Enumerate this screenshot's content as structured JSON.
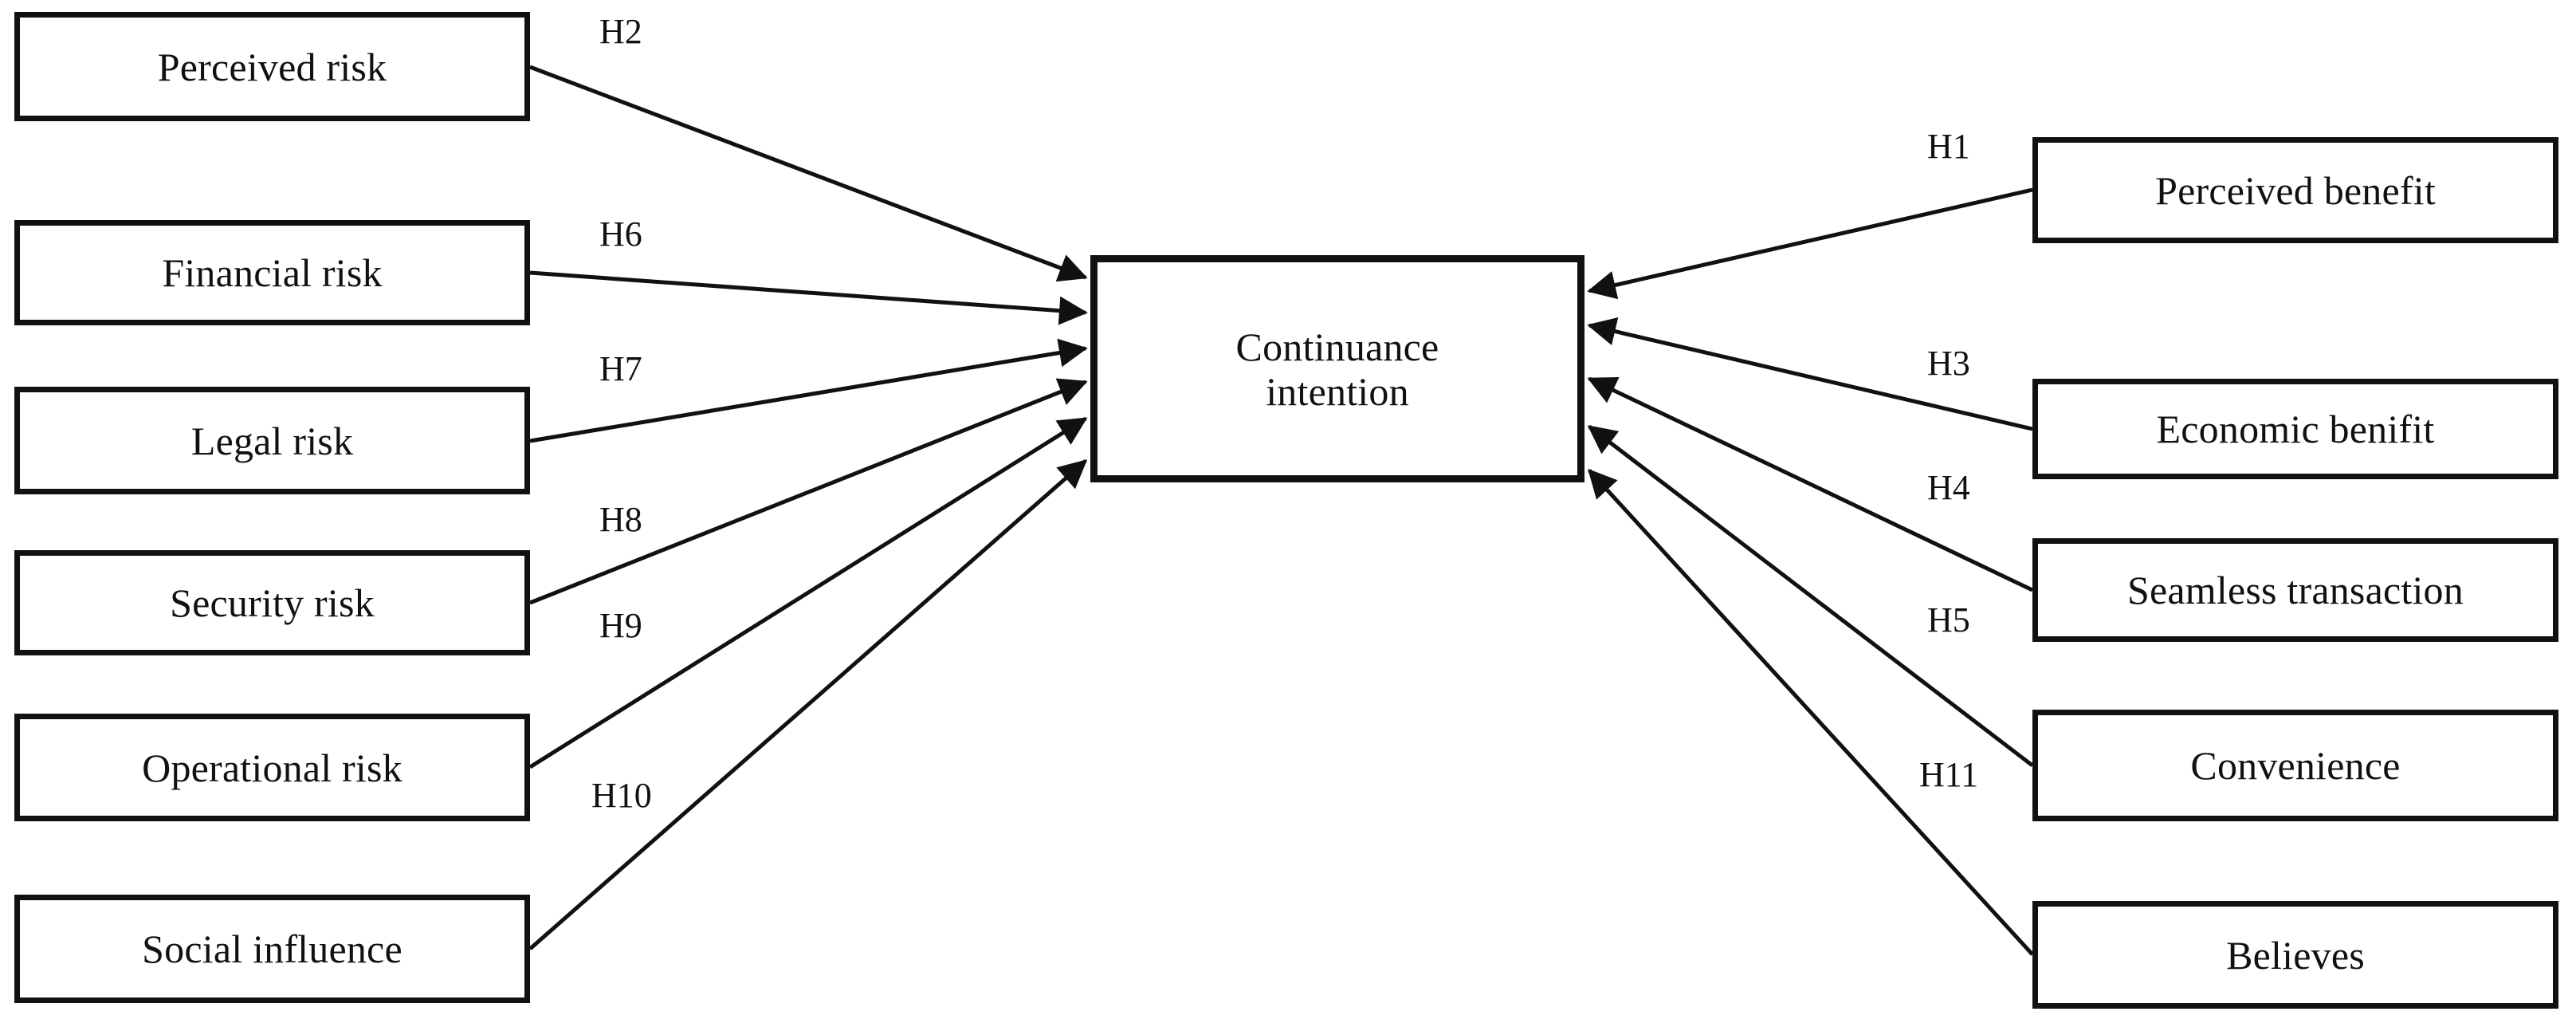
{
  "diagram": {
    "type": "research-model-path-diagram",
    "orientation": "two-sided-antecedents-to-central-construct",
    "background_color": "#ffffff",
    "line_color": "#111111",
    "box_border_color": "#111111",
    "box_fill_color": "#ffffff",
    "center": {
      "label": "Continuance\nintention",
      "line1": "Continuance",
      "line2": "intention"
    },
    "left_nodes": [
      {
        "id": "perceived-risk",
        "label": "Perceived risk",
        "hypothesis": "H2"
      },
      {
        "id": "financial-risk",
        "label": "Financial risk",
        "hypothesis": "H6"
      },
      {
        "id": "legal-risk",
        "label": "Legal risk",
        "hypothesis": "H7"
      },
      {
        "id": "security-risk",
        "label": "Security risk",
        "hypothesis": "H8"
      },
      {
        "id": "operational-risk",
        "label": "Operational risk",
        "hypothesis": "H9"
      },
      {
        "id": "social-influence",
        "label": "Social influence",
        "hypothesis": "H10"
      }
    ],
    "right_nodes": [
      {
        "id": "perceived-benefit",
        "label": "Perceived benefit",
        "hypothesis": "H1"
      },
      {
        "id": "economic-benifit",
        "label": "Economic benifit",
        "hypothesis": "H3"
      },
      {
        "id": "seamless-transaction",
        "label": "Seamless transaction",
        "hypothesis": "H4"
      },
      {
        "id": "convenience",
        "label": "Convenience",
        "hypothesis": "H5"
      },
      {
        "id": "believes",
        "label": "Believes",
        "hypothesis": "H11"
      }
    ],
    "edges": [
      {
        "from": "perceived-risk",
        "to": "continuance-intention",
        "label": "H2",
        "direction": "to-center",
        "side": "left"
      },
      {
        "from": "financial-risk",
        "to": "continuance-intention",
        "label": "H6",
        "direction": "to-center",
        "side": "left"
      },
      {
        "from": "legal-risk",
        "to": "continuance-intention",
        "label": "H7",
        "direction": "to-center",
        "side": "left"
      },
      {
        "from": "security-risk",
        "to": "continuance-intention",
        "label": "H8",
        "direction": "to-center",
        "side": "left"
      },
      {
        "from": "operational-risk",
        "to": "continuance-intention",
        "label": "H9",
        "direction": "to-center",
        "side": "left"
      },
      {
        "from": "social-influence",
        "to": "continuance-intention",
        "label": "H10",
        "direction": "to-center",
        "side": "left"
      },
      {
        "from": "perceived-benefit",
        "to": "continuance-intention",
        "label": "H1",
        "direction": "to-center",
        "side": "right"
      },
      {
        "from": "economic-benifit",
        "to": "continuance-intention",
        "label": "H3",
        "direction": "to-center",
        "side": "right"
      },
      {
        "from": "seamless-transaction",
        "to": "continuance-intention",
        "label": "H4",
        "direction": "to-center",
        "side": "right"
      },
      {
        "from": "convenience",
        "to": "continuance-intention",
        "label": "H5",
        "direction": "to-center",
        "side": "right"
      },
      {
        "from": "believes",
        "to": "continuance-intention",
        "label": "H11",
        "direction": "to-center",
        "side": "right"
      }
    ]
  }
}
